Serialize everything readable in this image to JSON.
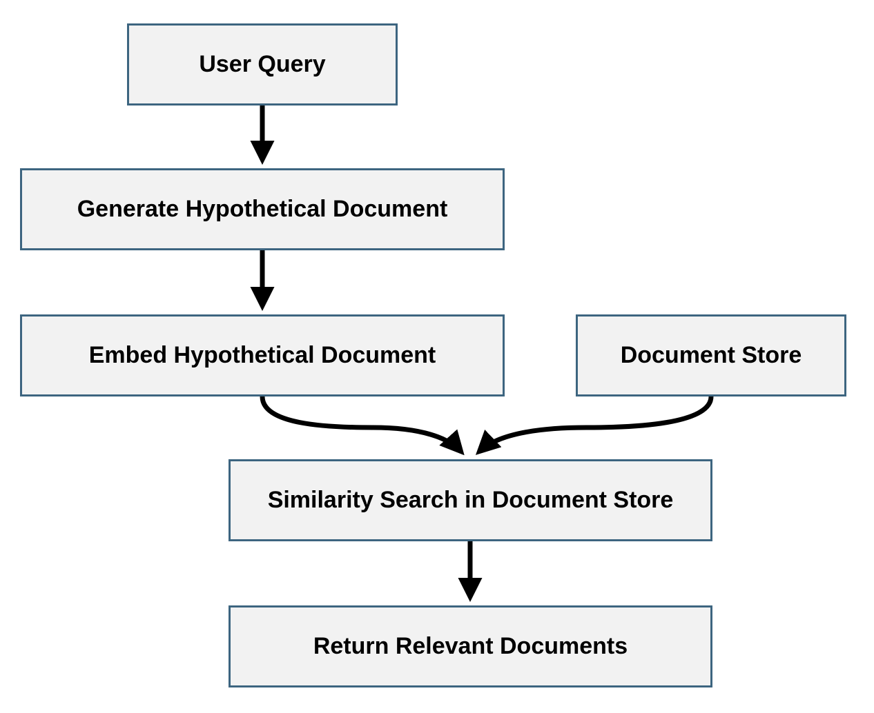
{
  "diagram": {
    "nodes": [
      {
        "id": "user_query",
        "label": "User Query"
      },
      {
        "id": "generate_hypothetical_document",
        "label": "Generate Hypothetical Document"
      },
      {
        "id": "embed_hypothetical_document",
        "label": "Embed Hypothetical Document"
      },
      {
        "id": "document_store",
        "label": "Document Store"
      },
      {
        "id": "similarity_search",
        "label": "Similarity Search in Document Store"
      },
      {
        "id": "return_relevant_documents",
        "label": "Return Relevant Documents"
      }
    ],
    "edges": [
      {
        "from": "user_query",
        "to": "generate_hypothetical_document"
      },
      {
        "from": "generate_hypothetical_document",
        "to": "embed_hypothetical_document"
      },
      {
        "from": "embed_hypothetical_document",
        "to": "similarity_search"
      },
      {
        "from": "document_store",
        "to": "similarity_search"
      },
      {
        "from": "similarity_search",
        "to": "return_relevant_documents"
      }
    ],
    "colors": {
      "node_fill": "#f2f2f2",
      "node_border": "#3d6580",
      "arrow": "#000000",
      "text": "#000000"
    }
  }
}
